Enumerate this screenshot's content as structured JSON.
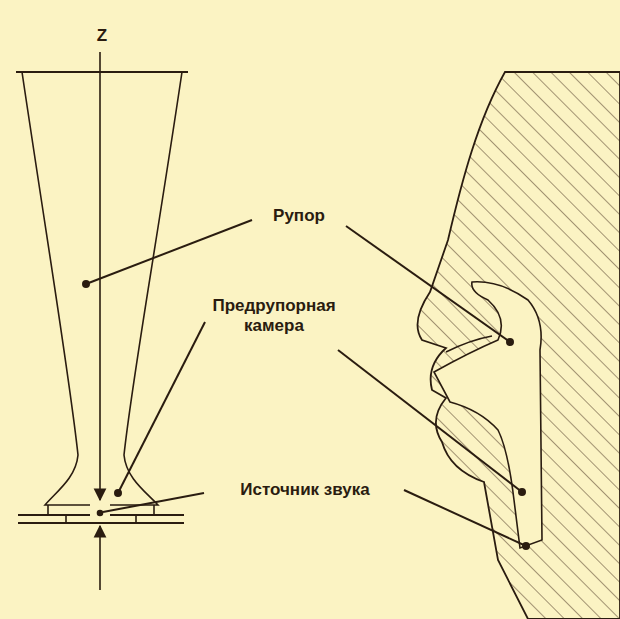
{
  "diagram": {
    "labels": [
      "Z",
      "Рупор",
      "Предрупорная камера",
      "Источник звука"
    ]
  }
}
